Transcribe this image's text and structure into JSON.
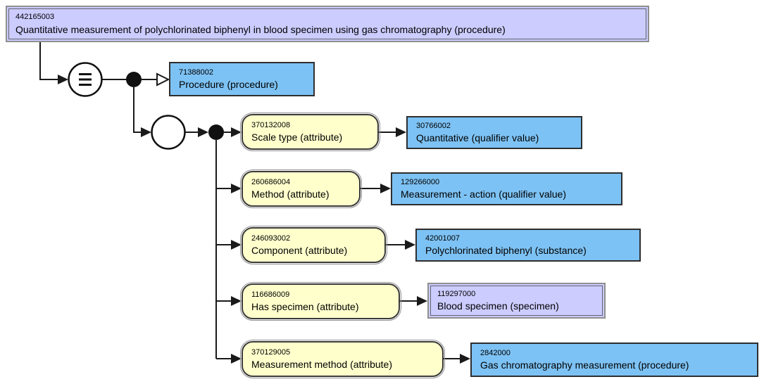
{
  "focus": {
    "code": "442165003",
    "term": "Quantitative measurement of polychlorinated biphenyl in blood specimen using gas chromatography (procedure)"
  },
  "isa": {
    "code": "71388002",
    "term": "Procedure (procedure)"
  },
  "rows": [
    {
      "attr": {
        "code": "370132008",
        "term": "Scale type (attribute)"
      },
      "value": {
        "code": "30766002",
        "term": "Quantitative (qualifier value)"
      }
    },
    {
      "attr": {
        "code": "260686004",
        "term": "Method (attribute)"
      },
      "value": {
        "code": "129266000",
        "term": "Measurement - action (qualifier value)"
      }
    },
    {
      "attr": {
        "code": "246093002",
        "term": "Component (attribute)"
      },
      "value": {
        "code": "42001007",
        "term": "Polychlorinated biphenyl (substance)"
      }
    },
    {
      "attr": {
        "code": "116686009",
        "term": "Has specimen (attribute)"
      },
      "value": {
        "code": "119297000",
        "term": "Blood specimen (specimen)"
      }
    },
    {
      "attr": {
        "code": "370129005",
        "term": "Measurement method (attribute)"
      },
      "value": {
        "code": "2842000",
        "term": "Gas chromatography measurement (procedure)"
      }
    }
  ],
  "icons": {
    "definition_status": "equivalent-to (≡)",
    "conjunction": "filled-dot",
    "attribute_group": "open-circle",
    "isa_arrow": "open-triangle-arrowhead"
  },
  "colors": {
    "defined_concept_fill": "#ccccff",
    "primitive_concept_fill": "#7dc2f4",
    "attribute_fill": "#ffffcc",
    "line": "#1a1a1a",
    "double_border_gray": "#8f8f8f",
    "background": "#ffffff"
  }
}
